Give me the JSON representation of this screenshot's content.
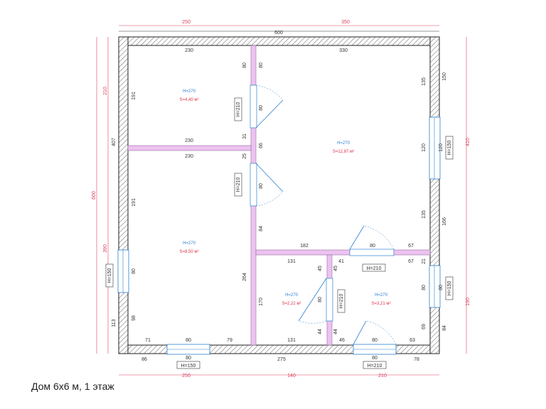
{
  "caption": "Дом 6х6 м, 1 этаж",
  "colors": {
    "wall_outer": "#222222",
    "hatch": "#888888",
    "partition": "#e9b8ee",
    "opening": "#2a7fd0",
    "dim_red": "#e0405a",
    "dim_line": "#333333"
  },
  "outer_dims": {
    "top_segment_1": "250",
    "top_segment_2": "350",
    "top_total": "600",
    "left_total": "600",
    "left_segment_1": "210",
    "left_segment_2": "390",
    "right_segment_1": "410",
    "right_segment_2": "190",
    "bottom_segment_1": "250",
    "bottom_segment_2": "140",
    "bottom_segment_3": "210"
  },
  "rooms": [
    {
      "h": "H=270",
      "s": "S=4,40 м²"
    },
    {
      "h": "H=270",
      "s": "S=12,87 м²"
    },
    {
      "h": "H=270",
      "s": "S=8,50 м²"
    },
    {
      "h": "H=270",
      "s": "S=2,22 м²"
    },
    {
      "h": "H=270",
      "s": "S=3,21 м²"
    }
  ],
  "inner_dims": {
    "a": "230",
    "b": "330",
    "c": "191",
    "d": "230",
    "e": "230",
    "f": "80",
    "g": "80",
    "h": "80",
    "i": "31",
    "j": "66",
    "k": "25",
    "l": "80",
    "m": "84",
    "n": "191",
    "o": "407",
    "p": "264",
    "q": "80",
    "r": "98",
    "s": "113",
    "t": "135",
    "u": "150",
    "v": "120",
    "w": "120",
    "x": "135",
    "y": "166",
    "z": "182",
    "aa": "80",
    "ab": "67",
    "ac": "131",
    "ad": "45",
    "ae": "41",
    "af": "45",
    "ag": "67",
    "ah": "21",
    "ai": "80",
    "aj": "80",
    "ak": "170",
    "al": "80",
    "am": "44",
    "an": "44",
    "ao": "69",
    "ap": "84",
    "aq": "71",
    "ar": "80",
    "as": "79",
    "at": "131",
    "au": "46",
    "av": "80",
    "aw": "63",
    "ax": "86",
    "ay": "80",
    "az": "275",
    "ba": "80",
    "bb": "78"
  },
  "height_boxes": {
    "door_1": "H=210",
    "door_2": "H=210",
    "window_right_top": "H=150",
    "window_left": "H=150",
    "door_hall": "H=210",
    "door_wc": "H=210",
    "window_right_bottom": "H=150",
    "window_bottom_left": "H=150",
    "door_entry": "H=210"
  }
}
